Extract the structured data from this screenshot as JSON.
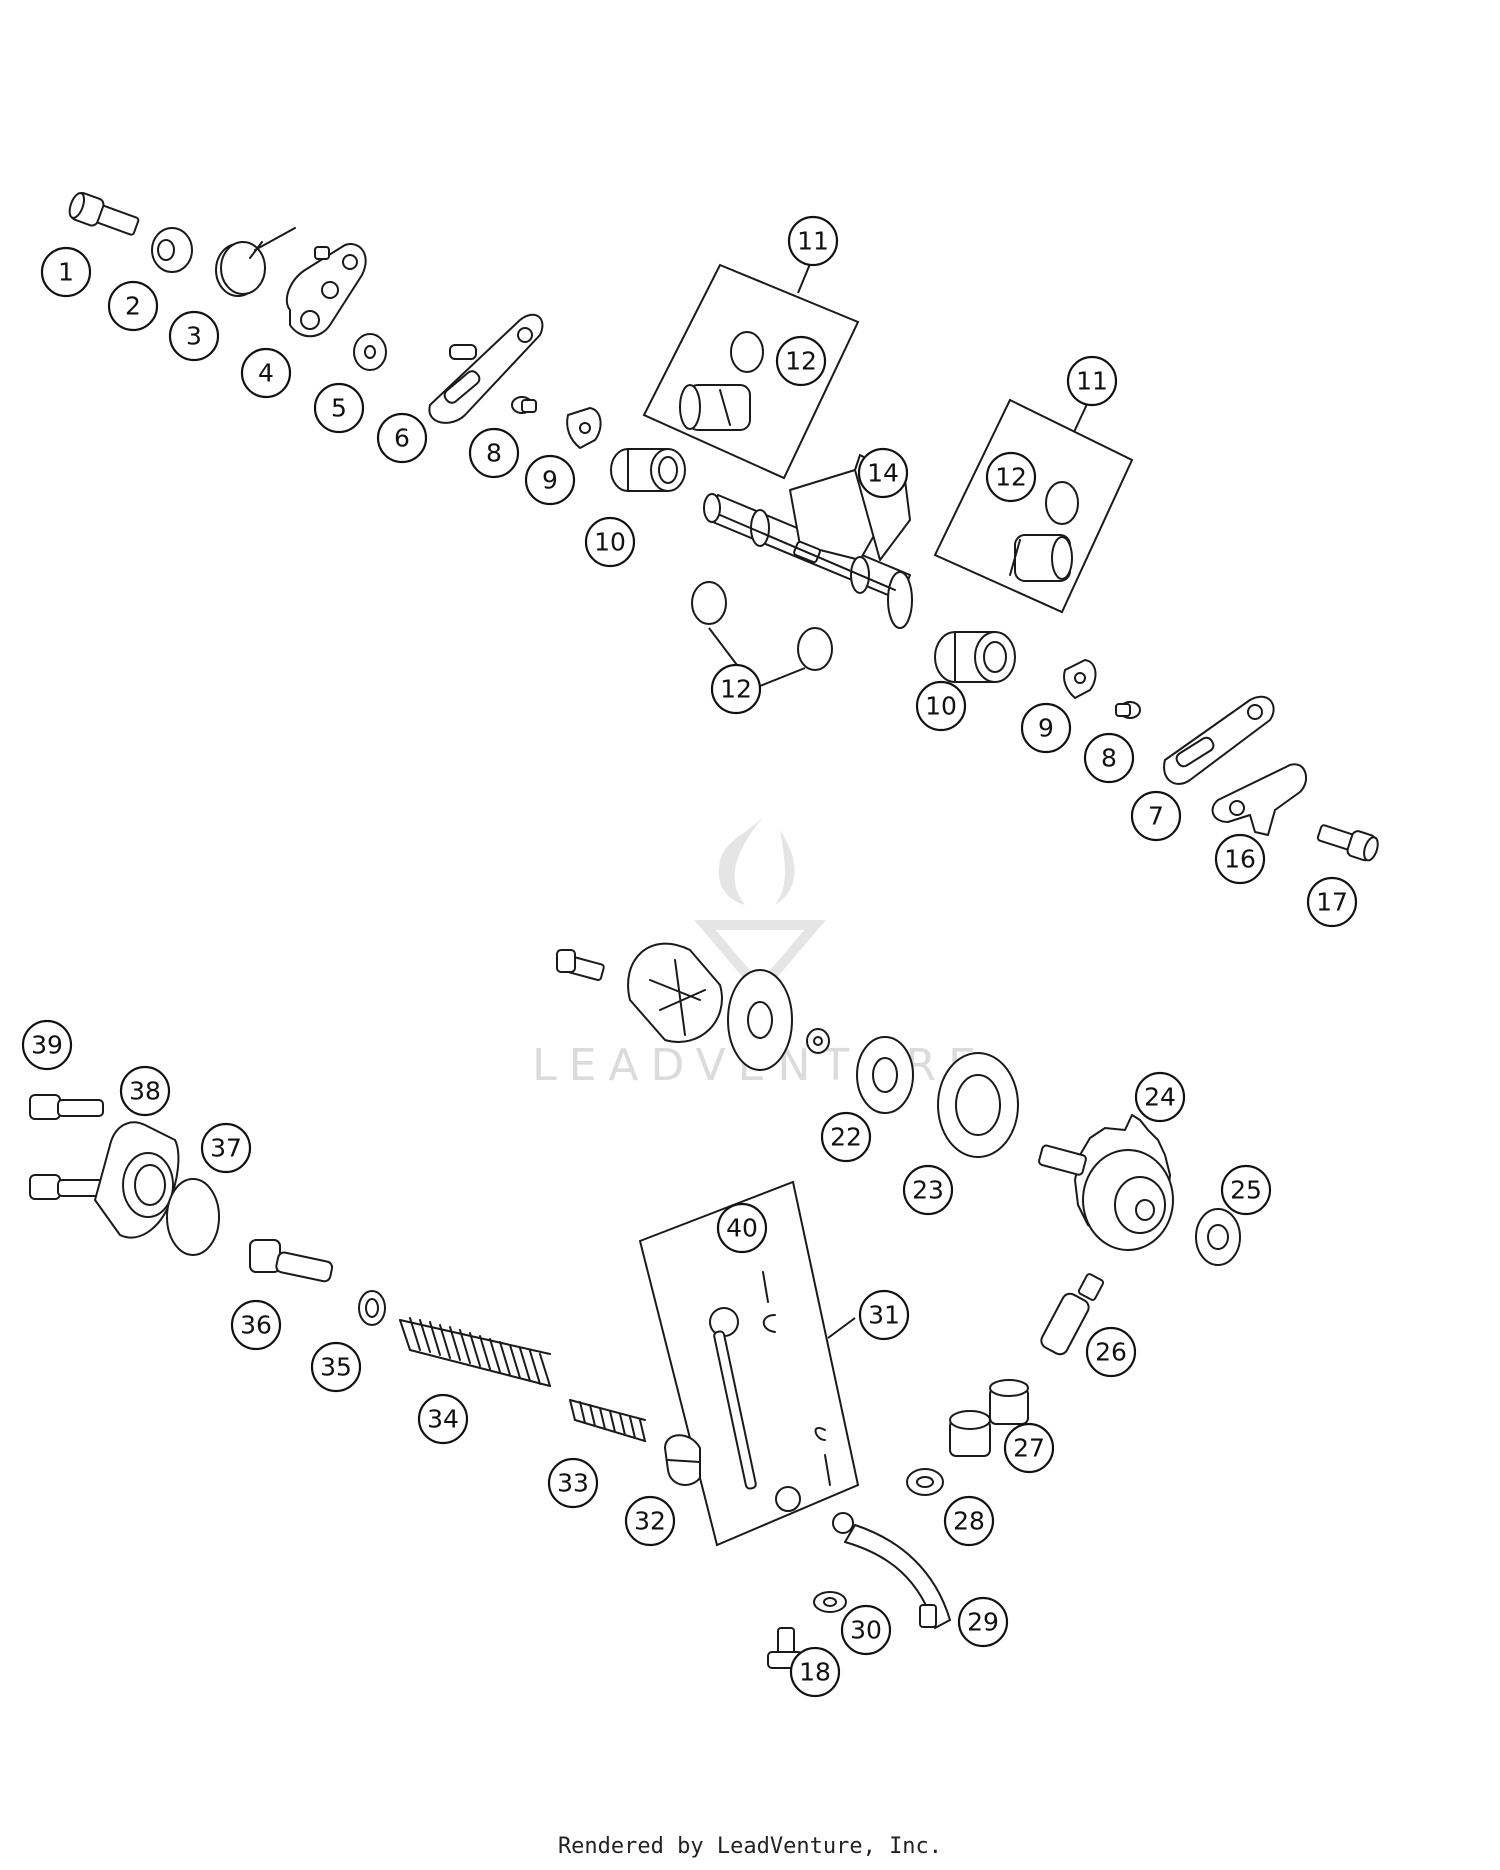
{
  "diagram": {
    "watermark_text": "LEADVENTURE",
    "footer": "Rendered by LeadVenture, Inc.",
    "colors": {
      "line": "#1a1a1a",
      "watermark": "#d0d0d0",
      "background": "#ffffff"
    },
    "callouts": [
      {
        "id": "c1",
        "label": "1"
      },
      {
        "id": "c2",
        "label": "2"
      },
      {
        "id": "c3",
        "label": "3"
      },
      {
        "id": "c4",
        "label": "4"
      },
      {
        "id": "c5",
        "label": "5"
      },
      {
        "id": "c6",
        "label": "6"
      },
      {
        "id": "c8a",
        "label": "8"
      },
      {
        "id": "c9a",
        "label": "9"
      },
      {
        "id": "c10a",
        "label": "10"
      },
      {
        "id": "c11a",
        "label": "11"
      },
      {
        "id": "c12a",
        "label": "12"
      },
      {
        "id": "c14",
        "label": "14"
      },
      {
        "id": "c11b",
        "label": "11"
      },
      {
        "id": "c12b",
        "label": "12"
      },
      {
        "id": "c12c",
        "label": "12"
      },
      {
        "id": "c10b",
        "label": "10"
      },
      {
        "id": "c9b",
        "label": "9"
      },
      {
        "id": "c8b",
        "label": "8"
      },
      {
        "id": "c7",
        "label": "7"
      },
      {
        "id": "c16",
        "label": "16"
      },
      {
        "id": "c17",
        "label": "17"
      },
      {
        "id": "c39",
        "label": "39"
      },
      {
        "id": "c38",
        "label": "38"
      },
      {
        "id": "c37",
        "label": "37"
      },
      {
        "id": "c36",
        "label": "36"
      },
      {
        "id": "c35",
        "label": "35"
      },
      {
        "id": "c34",
        "label": "34"
      },
      {
        "id": "c33",
        "label": "33"
      },
      {
        "id": "c32",
        "label": "32"
      },
      {
        "id": "c40",
        "label": "40"
      },
      {
        "id": "c31",
        "label": "31"
      },
      {
        "id": "c22",
        "label": "22"
      },
      {
        "id": "c23",
        "label": "23"
      },
      {
        "id": "c24",
        "label": "24"
      },
      {
        "id": "c25",
        "label": "25"
      },
      {
        "id": "c26",
        "label": "26"
      },
      {
        "id": "c27",
        "label": "27"
      },
      {
        "id": "c28",
        "label": "28"
      },
      {
        "id": "c29",
        "label": "29"
      },
      {
        "id": "c30",
        "label": "30"
      },
      {
        "id": "c18",
        "label": "18"
      }
    ]
  }
}
